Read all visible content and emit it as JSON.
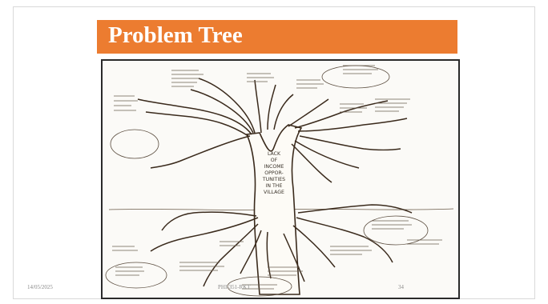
{
  "slide": {
    "title": "Problem Tree",
    "footer": {
      "date": "14/05/2025",
      "course_code": "PHI-351-RKT",
      "page_number": "34"
    }
  },
  "tree": {
    "trunk_label_lines": [
      "LACK",
      "OF",
      "INCOME",
      "OPPOR-",
      "TUNITIES",
      "IN THE",
      "VILLAGE"
    ]
  },
  "colors": {
    "title_bar": "#ec7c30",
    "tree_outline": "#3a2a1c",
    "paper": "#fbfaf7"
  }
}
